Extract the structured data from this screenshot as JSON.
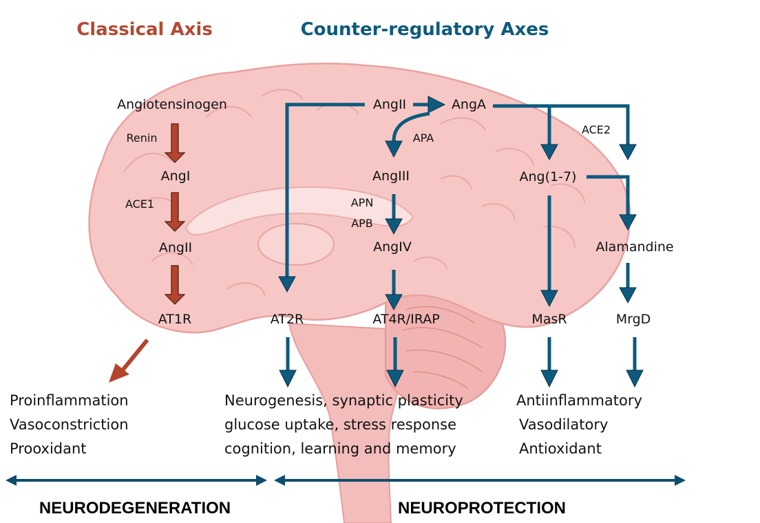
{
  "colors": {
    "classical": "#b24a34",
    "counter": "#0e5a7e",
    "brain_fill": "#f6c7c5",
    "brain_stroke": "#e7a2a0"
  },
  "headings": {
    "classical": "Classical Axis",
    "counter": "Counter-regulatory Axes"
  },
  "classical_axis": {
    "angiotensinogen": "Angiotensinogen",
    "renin": "Renin",
    "angi": "AngI",
    "ace1": "ACE1",
    "angii": "AngII",
    "at1r": "AT1R"
  },
  "counter_axes": {
    "angii": "AngII",
    "anga": "AngA",
    "apa": "APA",
    "angiii": "AngIII",
    "apn": "APN",
    "apb": "APB",
    "angiv": "AngIV",
    "ace2": "ACE2",
    "ang17": "Ang(1-7)",
    "alamandine": "Alamandine",
    "at2r": "AT2R",
    "at4r": "AT4R/IRAP",
    "masr": "MasR",
    "mrgd": "MrgD"
  },
  "effects": {
    "classical": [
      "Proinflammation",
      "Vasoconstriction",
      "Prooxidant"
    ],
    "neuro": [
      "Neurogenesis, synaptic plasticity",
      "glucose uptake, stress response",
      "cognition, learning and memory"
    ],
    "counter": [
      "Antiinflammatory",
      "Vasodilatory",
      "Antioxidant"
    ]
  },
  "footer": {
    "left": "NEURODEGENERATION",
    "right": "NEUROPROTECTION"
  }
}
